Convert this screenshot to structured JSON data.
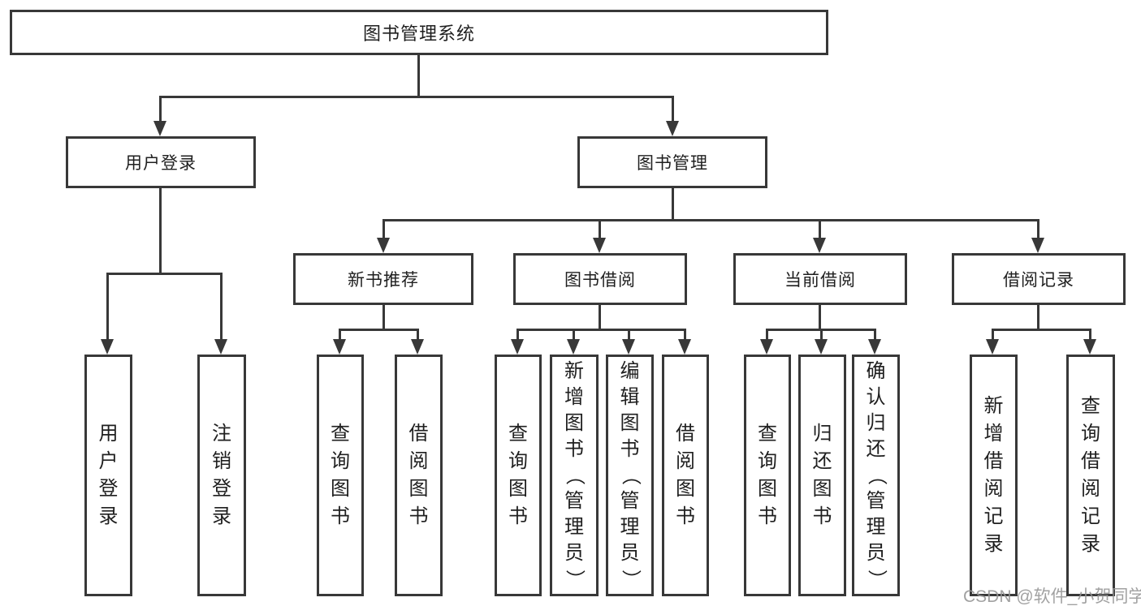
{
  "diagram_type": "hierarchy-tree",
  "colors": {
    "line": "#383838",
    "text": "#1f1f1f",
    "background": "#ffffff",
    "watermark": "#949494"
  },
  "tree": {
    "label": "图书管理系统",
    "children": [
      {
        "label": "用户登录",
        "children": [
          {
            "label": "用户登录"
          },
          {
            "label": "注销登录"
          }
        ]
      },
      {
        "label": "图书管理",
        "children": [
          {
            "label": "新书推荐",
            "children": [
              {
                "label": "查询图书"
              },
              {
                "label": "借阅图书"
              }
            ]
          },
          {
            "label": "图书借阅",
            "children": [
              {
                "label": "查询图书"
              },
              {
                "label": "新增图书（管理员）"
              },
              {
                "label": "编辑图书（管理员）"
              },
              {
                "label": "借阅图书"
              }
            ]
          },
          {
            "label": "当前借阅",
            "children": [
              {
                "label": "查询图书"
              },
              {
                "label": "归还图书"
              },
              {
                "label": "确认归还（管理员）"
              }
            ]
          },
          {
            "label": "借阅记录",
            "children": [
              {
                "label": "新增借阅记录"
              },
              {
                "label": "查询借阅记录"
              }
            ]
          }
        ]
      }
    ]
  },
  "watermark": {
    "text": "CSDN @软件_小贺同学"
  }
}
